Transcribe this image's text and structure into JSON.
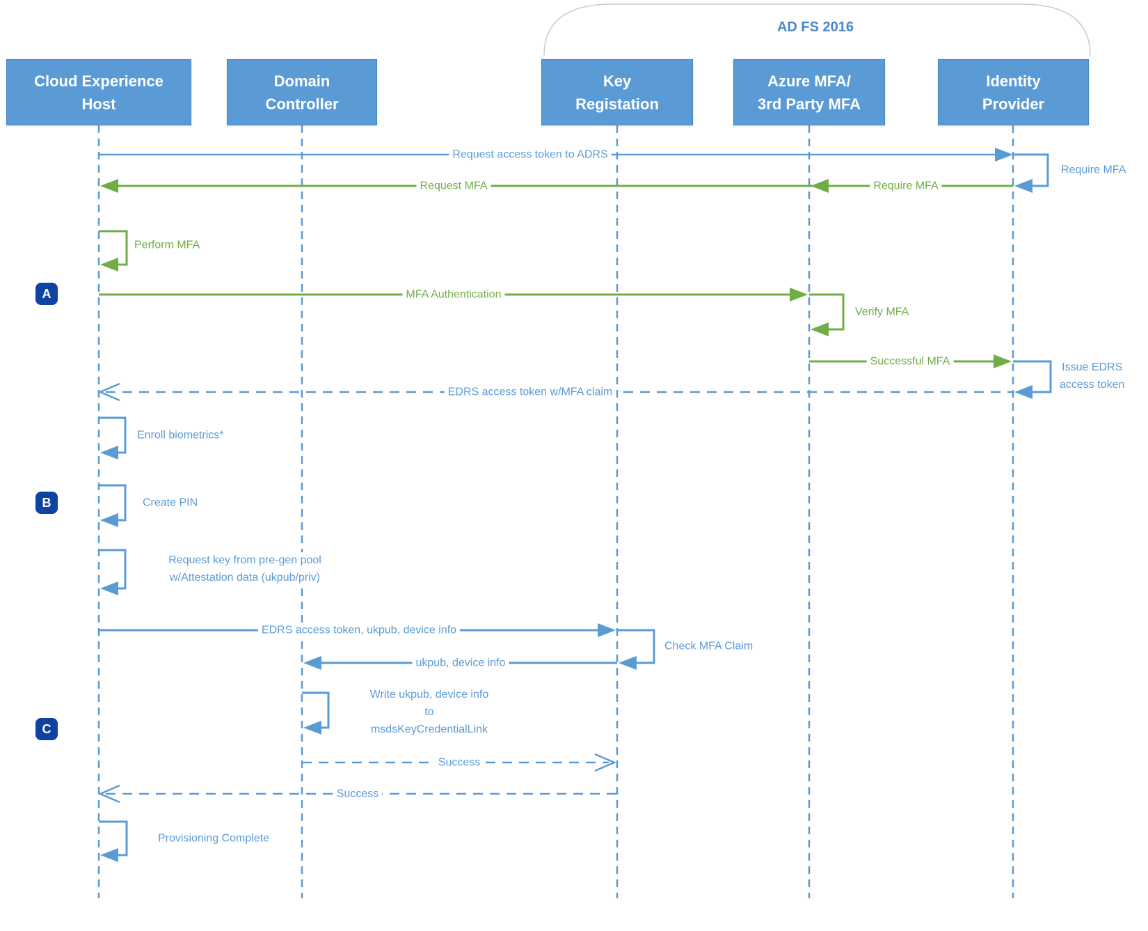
{
  "group": {
    "label": "AD FS 2016"
  },
  "actors": [
    {
      "id": "cloud-experience-host",
      "line1": "Cloud Experience",
      "line2": "Host"
    },
    {
      "id": "domain-controller",
      "line1": "Domain",
      "line2": "Controller"
    },
    {
      "id": "key-registation",
      "line1": "Key",
      "line2": "Registation"
    },
    {
      "id": "azure-mfa",
      "line1": "Azure MFA/",
      "line2": "3rd Party MFA"
    },
    {
      "id": "identity-provider",
      "line1": "Identity",
      "line2": "Provider"
    }
  ],
  "badges": [
    {
      "label": "A"
    },
    {
      "label": "B"
    },
    {
      "label": "C"
    }
  ],
  "messages": {
    "request_access_token": "Request access token to ADRS",
    "require_mfa_self": "Require MFA",
    "require_mfa": "Require MFA",
    "request_mfa": "Request MFA",
    "perform_mfa": "Perform MFA",
    "mfa_authentication": "MFA Authentication",
    "verify_mfa": "Verify MFA",
    "successful_mfa": "Successful MFA",
    "issue_edrs_line1": "Issue EDRS",
    "issue_edrs_line2": "access token",
    "edrs_token_claim": "EDRS access token w/MFA claim",
    "enroll_biometrics": "Enroll biometrics*",
    "create_pin": "Create PIN",
    "request_key_line1": "Request key from pre-gen pool",
    "request_key_line2": "w/Attestation data (ukpub/priv)",
    "edrs_token_ukpub": "EDRS access token, ukpub, device info",
    "check_mfa_claim": "Check MFA Claim",
    "ukpub_device_info": "ukpub, device info",
    "write_ukpub_line1": "Write ukpub, device info",
    "write_ukpub_line2": "to",
    "write_ukpub_line3": "msdsKeyCredentialLink",
    "success_dc": "Success",
    "success_kr": "Success",
    "provisioning_complete": "Provisioning Complete"
  },
  "colors": {
    "blue": "#5B9BD5",
    "green": "#70AD47",
    "badge_blue": "#1043A0",
    "box_fill": "#5B9BD5",
    "box_border": "#4A86C2",
    "bracket_gray": "#C6CBD2"
  }
}
